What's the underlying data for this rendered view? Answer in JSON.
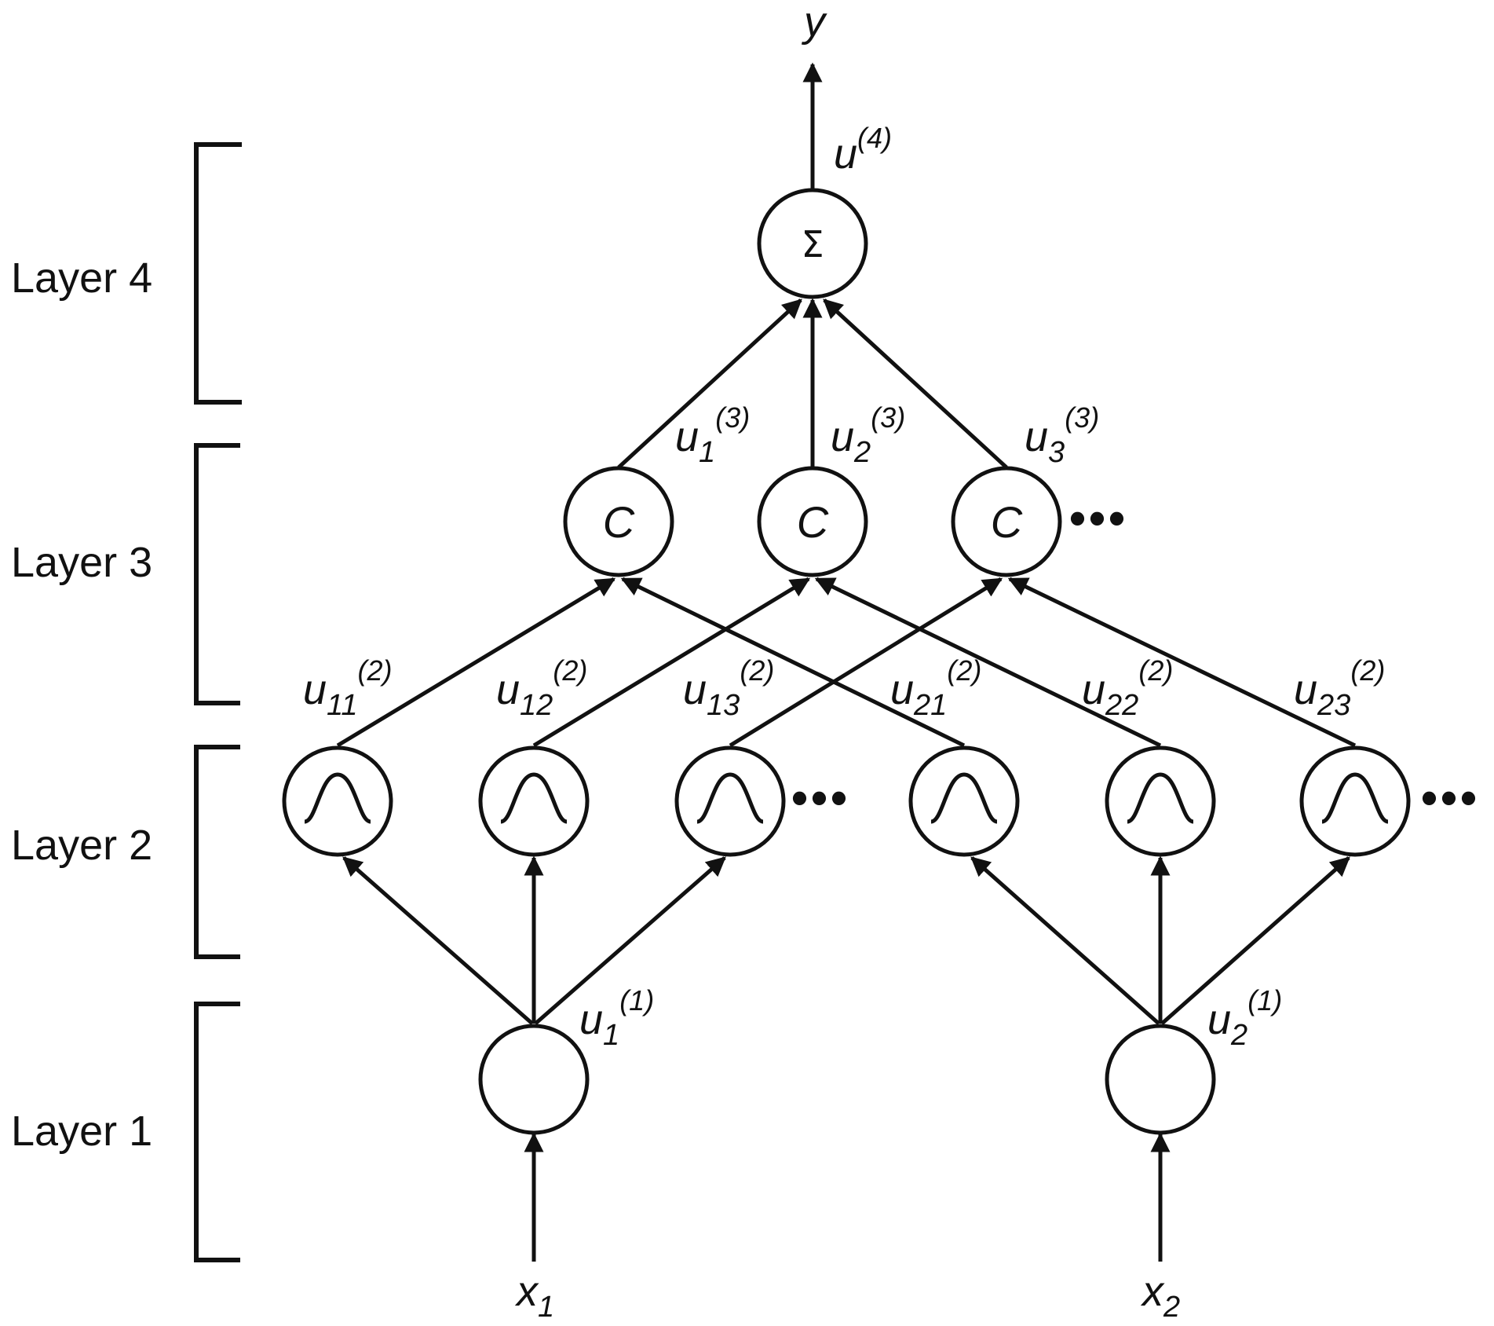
{
  "layers": [
    {
      "id": "layer4",
      "label": "Layer 4"
    },
    {
      "id": "layer3",
      "label": "Layer 3"
    },
    {
      "id": "layer2",
      "label": "Layer 2"
    },
    {
      "id": "layer1",
      "label": "Layer 1"
    }
  ],
  "nodes": {
    "output_symbol": "Σ",
    "rule_symbol": "C",
    "ellipsis": "•••"
  },
  "inputs": [
    {
      "base": "x",
      "sub": "1"
    },
    {
      "base": "x",
      "sub": "2"
    }
  ],
  "output": {
    "label": "y"
  },
  "signals": {
    "u4": {
      "base": "u",
      "sub": "",
      "sup": "(4)"
    },
    "u3": [
      {
        "base": "u",
        "sub": "1",
        "sup": "(3)"
      },
      {
        "base": "u",
        "sub": "2",
        "sup": "(3)"
      },
      {
        "base": "u",
        "sub": "3",
        "sup": "(3)"
      }
    ],
    "u2": [
      {
        "base": "u",
        "sub": "11",
        "sup": "(2)"
      },
      {
        "base": "u",
        "sub": "12",
        "sup": "(2)"
      },
      {
        "base": "u",
        "sub": "13",
        "sup": "(2)"
      },
      {
        "base": "u",
        "sub": "21",
        "sup": "(2)"
      },
      {
        "base": "u",
        "sub": "22",
        "sup": "(2)"
      },
      {
        "base": "u",
        "sub": "23",
        "sup": "(2)"
      }
    ],
    "u1": [
      {
        "base": "u",
        "sub": "1",
        "sup": "(1)"
      },
      {
        "base": "u",
        "sub": "2",
        "sup": "(1)"
      }
    ]
  }
}
